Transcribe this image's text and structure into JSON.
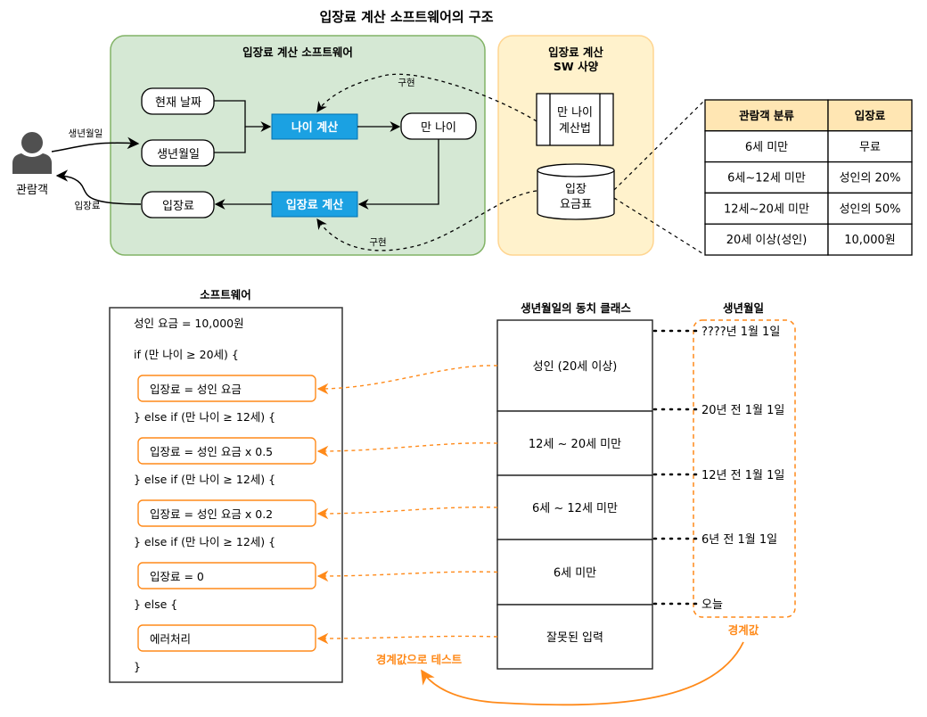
{
  "title": "입장료 계산 소프트웨어의 구조",
  "colors": {
    "green_fill": "#d5e8d4",
    "green_stroke": "#82b366",
    "yellow_fill": "#fff2cc",
    "yellow_stroke": "#ffd591",
    "blue_process": "#1ba1e2",
    "orange": "#ff8a1a",
    "table_header": "#ffe6b3",
    "actor": "#505050"
  },
  "top": {
    "actor": {
      "label": "관람객",
      "input_label": "생년월일",
      "output_label": "입장료"
    },
    "software_group": {
      "title": "입장료 계산 소프트웨어",
      "nodes": {
        "current_date": "현재 날짜",
        "birthdate": "생년월일",
        "age_calc": "나이 계산",
        "full_age": "만 나이",
        "fee_calc": "입장료 계산",
        "fee": "입장료"
      },
      "implements_label_top": "구현",
      "implements_label_bottom": "구현"
    },
    "spec_group": {
      "title_line1": "입장료 계산",
      "title_line2": "SW 사양",
      "age_method_line1": "만 나이",
      "age_method_line2": "계산법",
      "fee_table_line1": "입장",
      "fee_table_line2": "요금표"
    },
    "fee_table": {
      "headers": [
        "관람객 분류",
        "입장료"
      ],
      "rows": [
        [
          "6세 미만",
          "무료"
        ],
        [
          "6세~12세 미만",
          "성인의 20%"
        ],
        [
          "12세~20세 미만",
          "성인의 50%"
        ],
        [
          "20세 이상(성인)",
          "10,000원"
        ]
      ]
    }
  },
  "bottom": {
    "software": {
      "title": "소프트웨어",
      "lines": [
        {
          "text": "성인 요금 = 10,000원",
          "boxed": false
        },
        {
          "text": "if (만 나이 ≥ 20세) {",
          "boxed": false
        },
        {
          "text": "입장료 = 성인 요금",
          "boxed": true
        },
        {
          "text": "} else if (만 나이 ≥ 12세) {",
          "boxed": false
        },
        {
          "text": "입장료 = 성인 요금 x 0.5",
          "boxed": true
        },
        {
          "text": "} else if (만 나이 ≥ 12세) {",
          "boxed": false
        },
        {
          "text": "입장료 = 성인 요금 x 0.2",
          "boxed": true
        },
        {
          "text": "} else if (만 나이 ≥ 12세) {",
          "boxed": false
        },
        {
          "text": "입장료 = 0",
          "boxed": true
        },
        {
          "text": "} else {",
          "boxed": false
        },
        {
          "text": "에러처리",
          "boxed": true
        },
        {
          "text": "}",
          "boxed": false
        }
      ]
    },
    "equivalence": {
      "title": "생년월일의 동치 클래스",
      "classes": [
        "성인 (20세 이상)",
        "12세 ~ 20세 미만",
        "6세 ~ 12세 미만",
        "6세 미만",
        "잘못된 입력"
      ]
    },
    "birthdate": {
      "title": "생년월일",
      "boundaries": [
        "????년 1월 1일",
        "20년 전 1월 1일",
        "12년 전 1월 1일",
        "6년 전 1월 1일",
        "오늘"
      ],
      "group_label": "경계값"
    },
    "test_label": "경계값으로 테스트"
  }
}
